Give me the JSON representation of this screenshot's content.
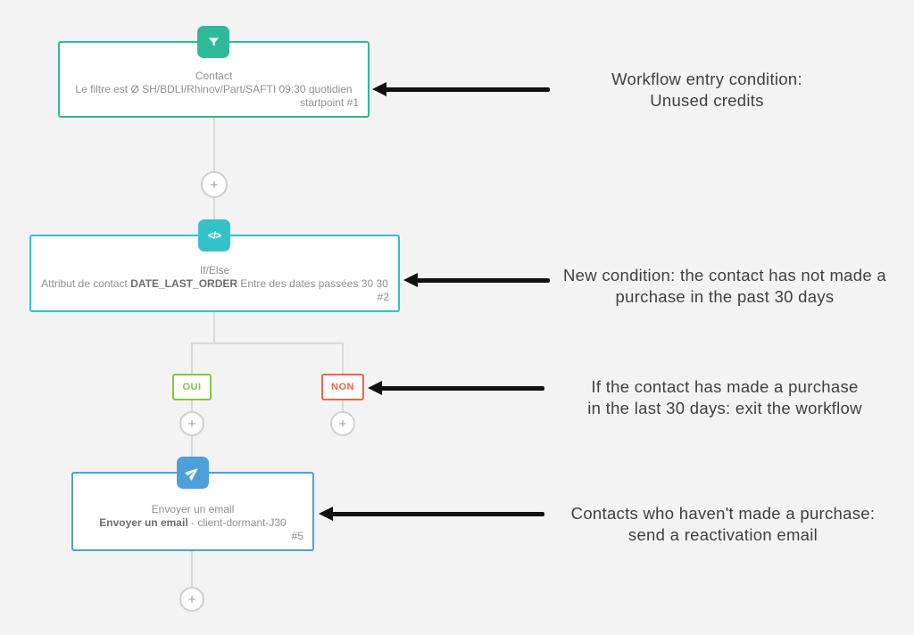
{
  "workflow": {
    "plus": "+",
    "nodes": {
      "contact": {
        "icon": "filter-icon",
        "title": "Contact",
        "line2": "Le filtre est Ø SH/BDLI/Rhinov/Part/SAFTI 09:30 quotidien",
        "ref": "startpoint #1",
        "accent": "#2eb998"
      },
      "ifelse": {
        "icon": "code-icon",
        "icon_glyph": "</>",
        "title": "If/Else",
        "line2_prefix": "Attribut de contact ",
        "line2_bold": "DATE_LAST_ORDER",
        "line2_suffix": " Entre des dates passées 30 30",
        "ref": "#2",
        "accent": "#35c1ca"
      },
      "email": {
        "icon": "send-icon",
        "title": "Envoyer un email",
        "line2_bold": "Envoyer un email",
        "line2_suffix": " - client-dormant-J30",
        "ref": "#5",
        "accent": "#4d9fda"
      }
    },
    "branch": {
      "yes": "OUI",
      "no": "NON",
      "yes_color": "#85c440",
      "no_color": "#f4604c"
    }
  },
  "annotations": [
    {
      "line1": "Workflow entry condition:",
      "line2": "Unused credits"
    },
    {
      "line1": "New condition: the contact has not made a",
      "line2": "purchase in the past 30 days"
    },
    {
      "line1": "If the contact has made a purchase",
      "line2": "in the last 30 days: exit the workflow"
    },
    {
      "line1": "Contacts who haven't made a purchase:",
      "line2": "send a reactivation email"
    }
  ],
  "colors": {
    "background": "#f4f3f3",
    "connector": "#d9d9d9",
    "arrow": "#111111",
    "node_text": "#8f8f8f",
    "annotation_text": "#3f3f3f"
  }
}
